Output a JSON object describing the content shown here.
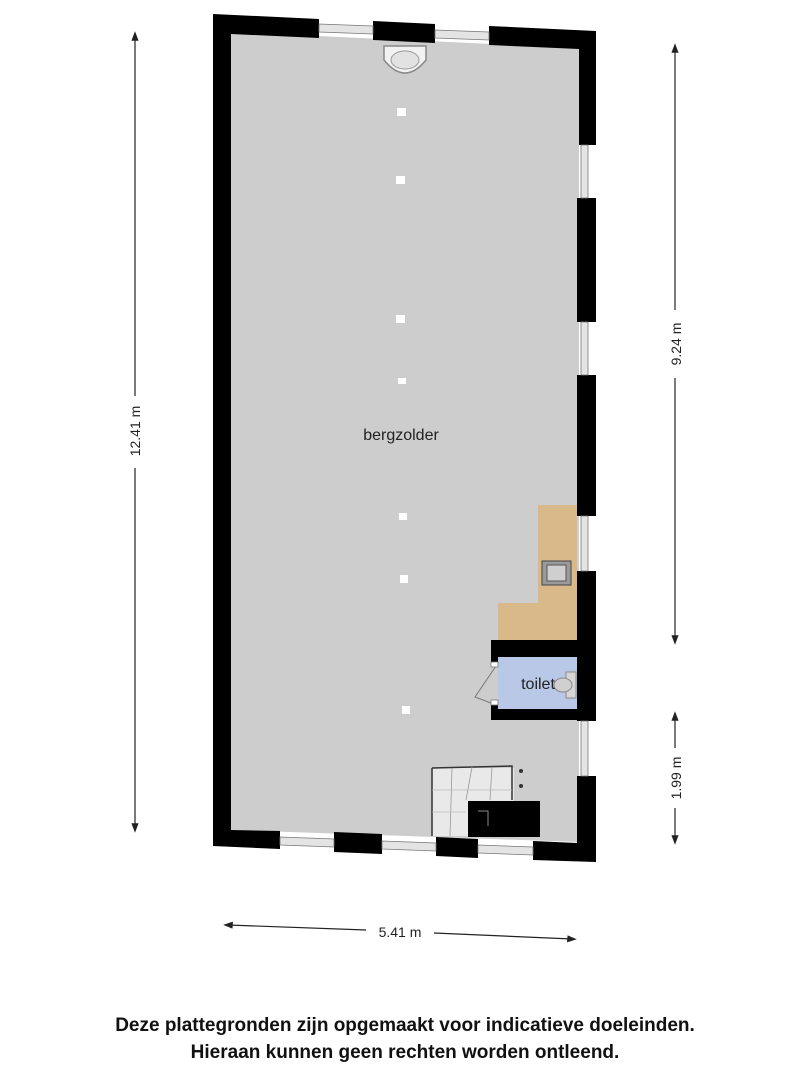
{
  "rooms": {
    "main": "bergzolder",
    "toilet": "toilet"
  },
  "dimensions": {
    "total_height": "12.41 m",
    "upper_right": "9.24 m",
    "lower_right": "1.99 m",
    "width": "5.41 m"
  },
  "disclaimer": {
    "line1": "Deze plattegronden zijn opgemaakt voor indicatieve doeleinden.",
    "line2": "Hieraan kunnen geen rechten worden ontleend."
  },
  "colors": {
    "wall": "#000000",
    "floor": "#cdcdcd",
    "kitchen": "#d9b98a",
    "toilet_floor": "#b8c8e6",
    "window": "#dcdcdc"
  }
}
